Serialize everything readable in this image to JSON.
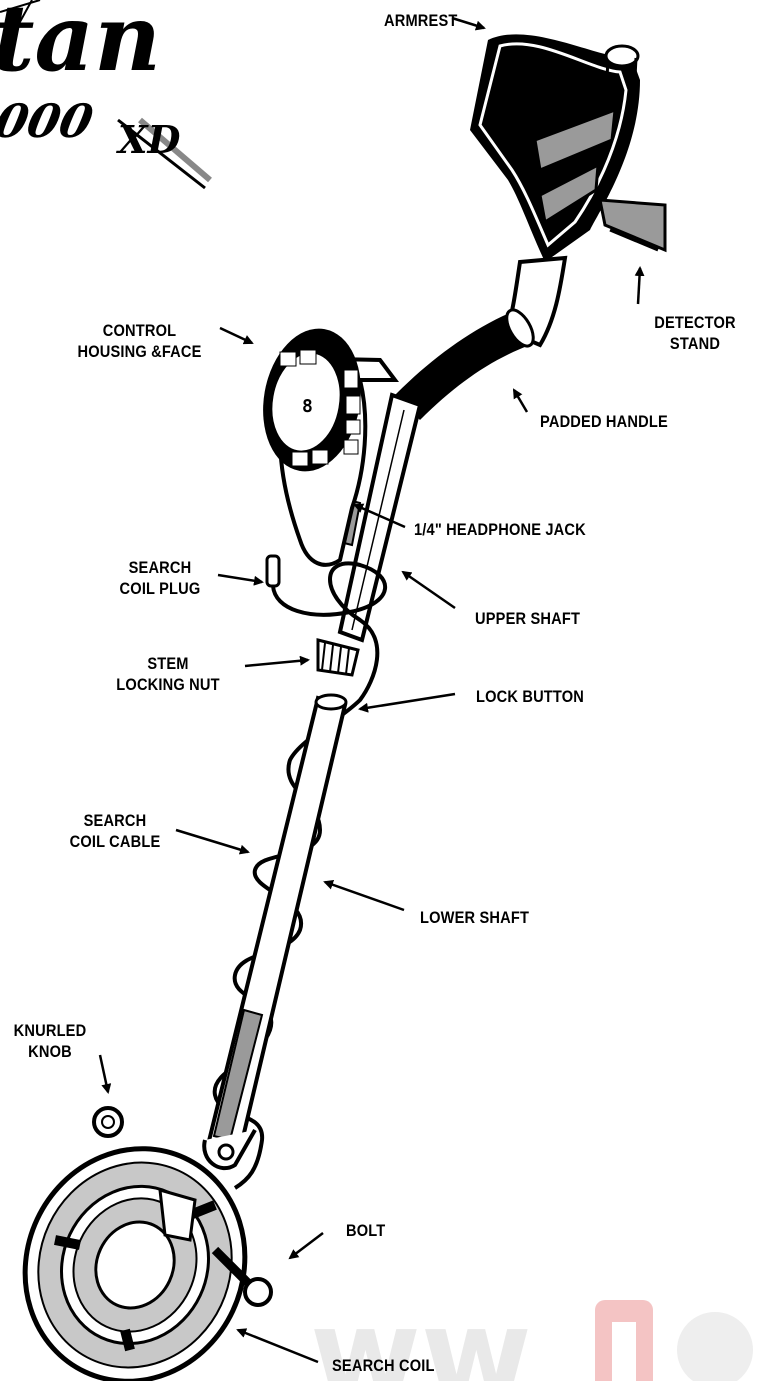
{
  "logo": {
    "word": "tan",
    "model": "000",
    "suffix": "XD"
  },
  "labels": {
    "armrest": "ARMREST",
    "detector_stand": [
      "DETECTOR",
      "STAND"
    ],
    "control_housing": [
      "CONTROL",
      "HOUSING &FACE"
    ],
    "padded_handle": "PADDED HANDLE",
    "headphone_jack": "1/4\" HEADPHONE JACK",
    "search_coil_plug": [
      "SEARCH",
      "COIL PLUG"
    ],
    "upper_shaft": "UPPER SHAFT",
    "stem_locking_nut": [
      "STEM",
      "LOCKING NUT"
    ],
    "lock_button": "LOCK BUTTON",
    "search_coil_cable": [
      "SEARCH",
      "COIL CABLE"
    ],
    "lower_shaft": "LOWER SHAFT",
    "knurled_knob": [
      "KNURLED",
      "KNOB"
    ],
    "bolt": "BOLT",
    "search_coil": "SEARCH COIL"
  },
  "colors": {
    "ink": "#000000",
    "gray": "#9a9a9a",
    "watermark": "#e8e8e8",
    "watermark_red": "#f3c9c9"
  }
}
